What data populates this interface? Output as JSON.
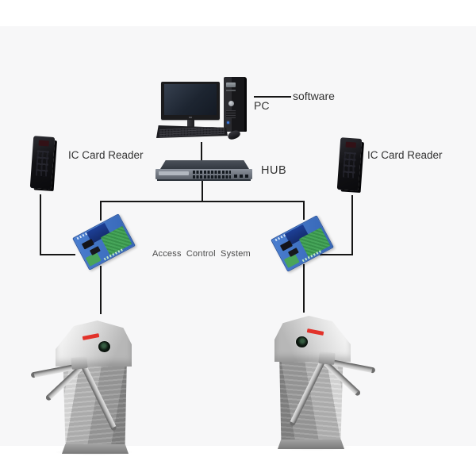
{
  "scene": {
    "description": "Access control system wiring diagram connecting a PC, HUB, IC card readers, access control boards and tripod turnstiles"
  },
  "labels": {
    "software": "software",
    "pc": "PC",
    "hub": "HUB",
    "reader_left": "IC Card Reader",
    "reader_right": "IC Card Reader",
    "access_control_system": "Access Control System"
  },
  "components": {
    "pc": "desktop-computer",
    "hub": "network-switch",
    "reader": "ic-card-reader-device",
    "controller": "access-control-board",
    "turnstile": "tripod-turnstile"
  },
  "colors": {
    "background": "#ffffff",
    "band": "#f7f7f8",
    "line": "#161616",
    "text": "#333333",
    "accent_red": "#e2322a",
    "pcb_blue": "#3a6fc0",
    "pcb_green": "#3f9b52",
    "steel_light": "#e6e6e6",
    "steel_dark": "#868686",
    "device_black": "#121214"
  }
}
